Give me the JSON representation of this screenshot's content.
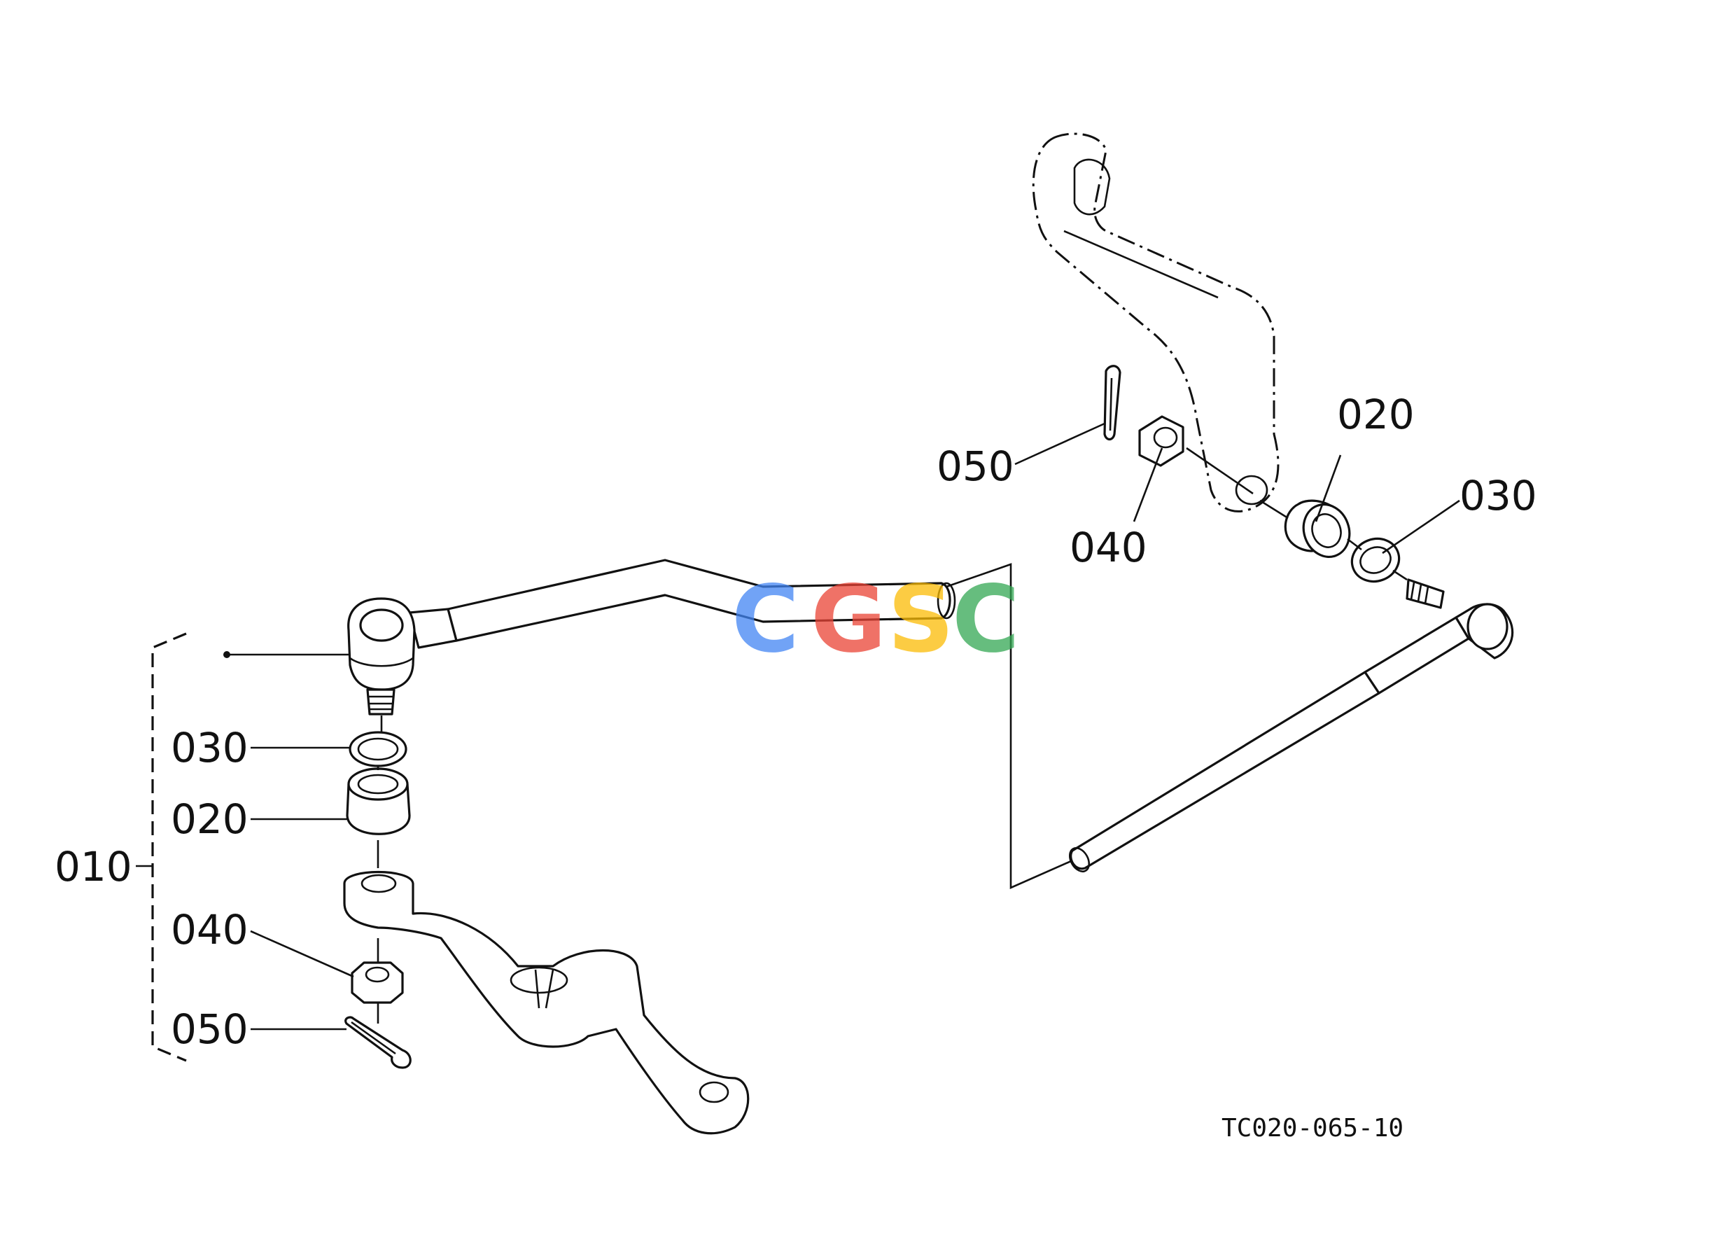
{
  "labels": {
    "left": {
      "assembly": "010",
      "seal_ring": "030",
      "dust_cover": "020",
      "nut": "040",
      "cotter_pin": "050"
    },
    "right": {
      "cotter_pin": "050",
      "nut": "040",
      "dust_cover": "020",
      "seal_ring": "030"
    }
  },
  "drawing_code": "TC020-065-10",
  "watermark": {
    "letters": [
      "C",
      "G",
      "S",
      "C"
    ],
    "colors": [
      "#4285F4",
      "#EA4335",
      "#FBBC05",
      "#34A853"
    ]
  }
}
